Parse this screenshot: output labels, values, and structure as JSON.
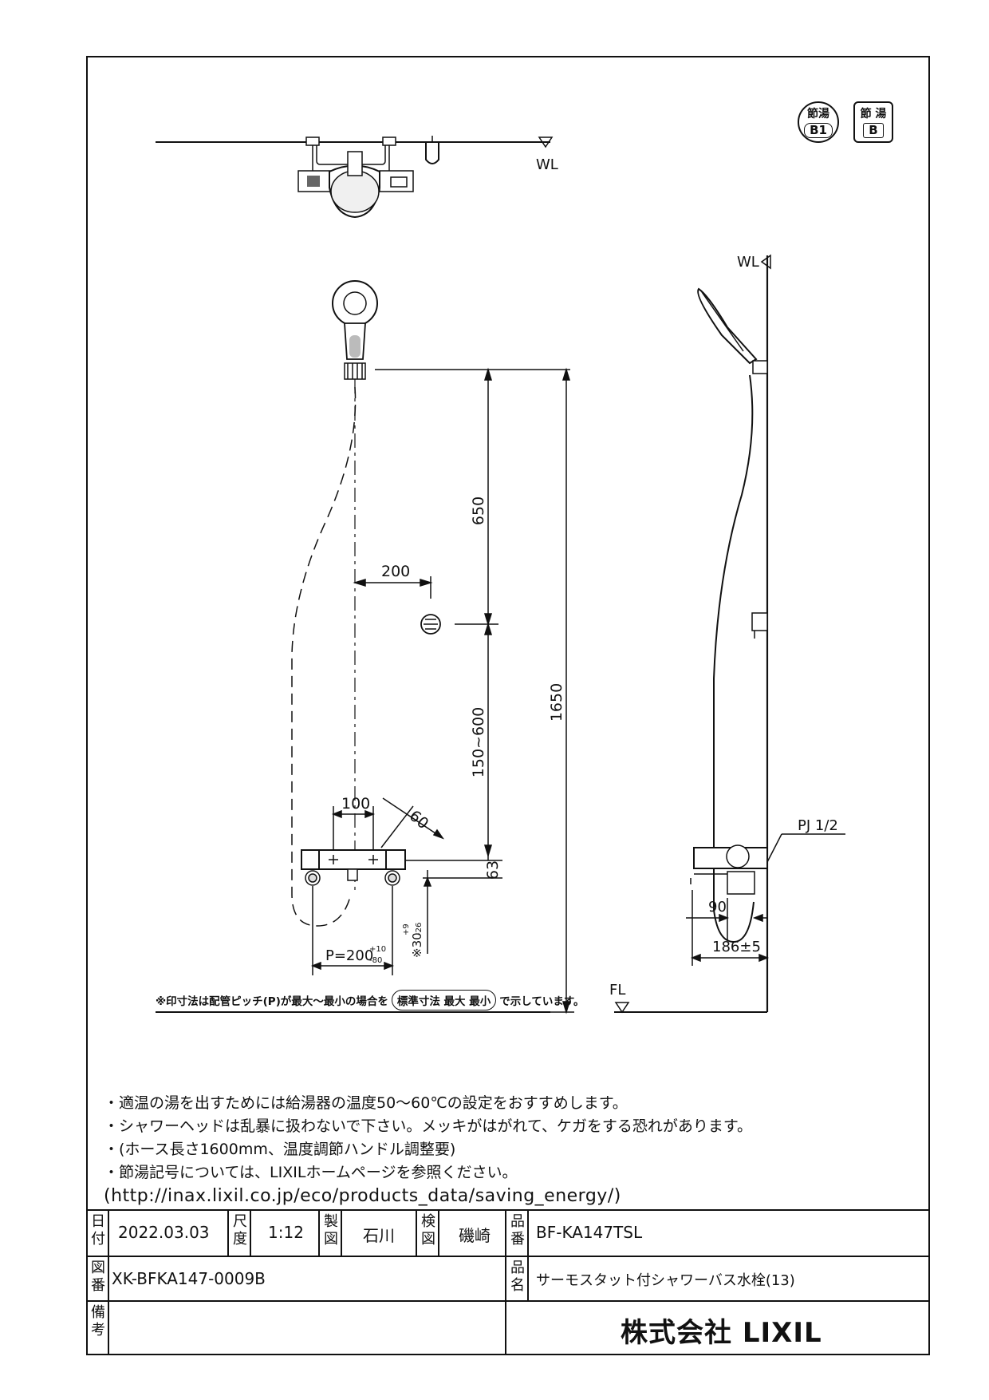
{
  "badges": {
    "round": {
      "top": "節湯",
      "bottom": "B1"
    },
    "square": {
      "top": "節 湯",
      "bottom": "B"
    }
  },
  "drawing": {
    "wl_top": "WL",
    "wl_side": "WL",
    "fl": "FL",
    "dim_650": "650",
    "dim_200": "200",
    "dim_1650": "1650",
    "dim_150_600": "150~600",
    "dim_100": "100",
    "dim_60": "60",
    "dim_63": "63",
    "dim_pitch": "P=200",
    "dim_pitch_tol_up": "+10",
    "dim_pitch_tol_down": "-80",
    "dim_30": "※30",
    "dim_30_tol_up": "+9",
    "dim_30_tol_down": "-26",
    "dim_90": "90",
    "dim_186": "186±5",
    "pj": "PJ 1/2"
  },
  "pitch_note": {
    "prefix": "※印寸法は配管ピッチ(P)が最大～最小の場合を",
    "paren": "標準寸法 最大 最小",
    "suffix": "で示しています。"
  },
  "notes": [
    "・適温の湯を出すためには給湯器の温度50～60℃の設定をおすすめします。",
    "・シャワーヘッドは乱暴に扱わないで下さい。メッキがはがれて、ケガをする恐れがあります。",
    "・(ホース長さ1600mm、温度調節ハンドル調整要)",
    "・節湯記号については、LIXILホームページを参照ください。"
  ],
  "url": "(http://inax.lixil.co.jp/eco/products_data/saving_energy/)",
  "title_block": {
    "date_label": "日付",
    "date": "2022.03.03",
    "scale_label": "尺度",
    "scale": "1:12",
    "drawn_label": "製図",
    "drawn": "石川",
    "checked_label": "検図",
    "checked": "磯崎",
    "product_no_label": "品番",
    "product_no": "BF-KA147TSL",
    "drawing_no_label": "図番",
    "drawing_no": "XK-BFKA147-0009B",
    "product_name_label": "品名",
    "product_name": "サーモスタット付シャワーバス水栓(13)",
    "remarks_label": "備考",
    "company": "株式会社 LIXIL"
  }
}
